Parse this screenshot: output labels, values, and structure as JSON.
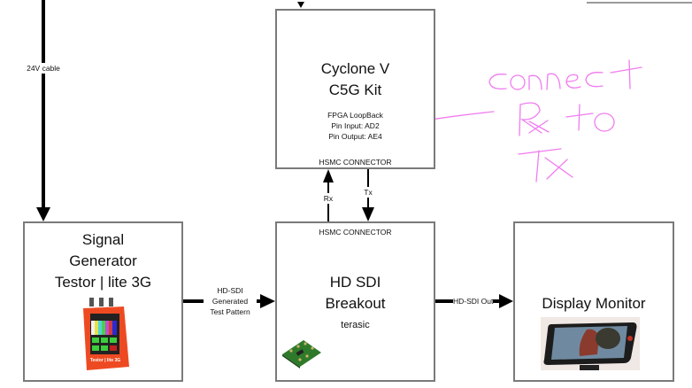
{
  "diagram": {
    "blocks": {
      "cyclone": {
        "title_line1": "Cyclone V",
        "title_line2": "C5G Kit",
        "detail_line1": "FPGA LoopBack",
        "detail_line2": "Pin Input: AD2",
        "detail_line3": "Pin Output: AE4",
        "connector": "HSMC CONNECTOR"
      },
      "signal_generator": {
        "title_line1": "Signal",
        "title_line2": "Generator",
        "title_line3": "Testor | lite 3G",
        "device_label": "Testor | lite 3G"
      },
      "hd_sdi": {
        "connector": "HSMC CONNECTOR",
        "title_line1": "HD SDI",
        "title_line2": "Breakout",
        "subtitle": "terasic"
      },
      "display": {
        "title": "Display Monitor"
      }
    },
    "connections": {
      "power_cable": "24V cable",
      "rx": "Rx",
      "tx": "Tx",
      "gen_to_sdi_line1": "HD-SDI",
      "gen_to_sdi_line2": "Generated",
      "gen_to_sdi_line3": "Test Pattern",
      "sdi_out": "HD-SDI Out"
    },
    "annotation": {
      "line1": "connect",
      "line2": "Rx to",
      "line3": "Tx",
      "color": "#f07cf0"
    }
  }
}
